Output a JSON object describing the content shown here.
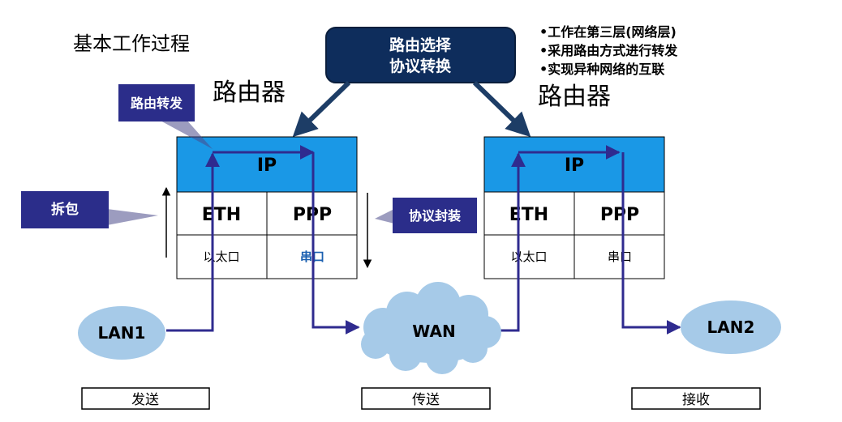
{
  "title": "基本工作过程",
  "features": [
    "•工作在第三层(网络层)",
    "•采用路由方式进行转发",
    "•实现异种网络的互联"
  ],
  "top_callout": {
    "line1": "路由选择",
    "line2": "协议转换"
  },
  "routers": [
    {
      "label": "路由器",
      "ip": "IP",
      "eth": "ETH",
      "ppp": "PPP",
      "port_eth": "以太口",
      "port_serial": "串口"
    },
    {
      "label": "路由器",
      "ip": "IP",
      "eth": "ETH",
      "ppp": "PPP",
      "port_eth": "以太口",
      "port_serial": "串口"
    }
  ],
  "callouts": {
    "forward": "路由转发",
    "unpack": "拆包",
    "encap": "协议封装"
  },
  "clouds": {
    "lan1": "LAN1",
    "wan": "WAN",
    "lan2": "LAN2"
  },
  "stages": [
    "发送",
    "传送",
    "接收"
  ],
  "colors": {
    "ip_fill": "#1a98e6",
    "path": "#2f2b8f",
    "callout": "#2b2d8a",
    "top_callout": "#0e2d5c",
    "cloud": "#a6cae8"
  }
}
